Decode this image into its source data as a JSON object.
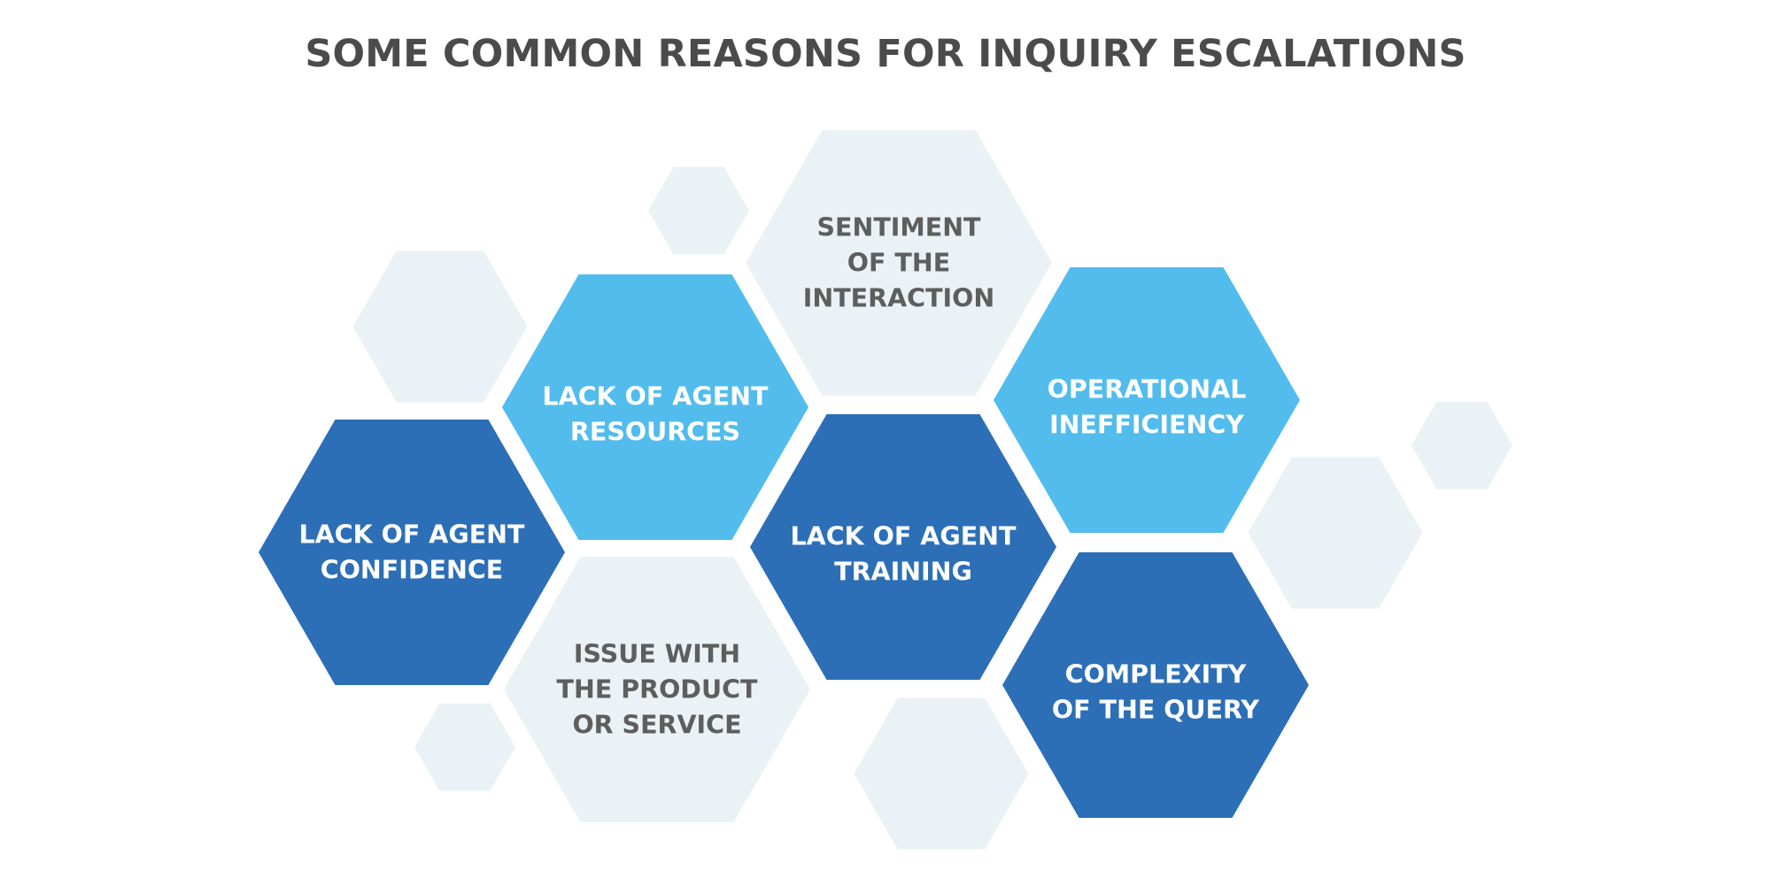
{
  "title": "SOME COMMON REASONS FOR INQUIRY ESCALATIONS",
  "colors": {
    "dark_blue": "#2c6fb7",
    "light_blue": "#52bcec",
    "pale": "#eaf2f6",
    "title_text": "#4b4b4b",
    "gray_text": "#5e5e5e",
    "white_text": "#ffffff"
  },
  "reasons": [
    {
      "id": "lack-of-agent-confidence",
      "style": "dark_blue",
      "lines": [
        "LACK OF AGENT",
        "CONFIDENCE"
      ]
    },
    {
      "id": "lack-of-agent-resources",
      "style": "light_blue",
      "lines": [
        "LACK OF AGENT",
        "RESOURCES"
      ]
    },
    {
      "id": "sentiment-of-the-interaction",
      "style": "pale",
      "lines": [
        "SENTIMENT",
        "OF THE",
        "INTERACTION"
      ]
    },
    {
      "id": "operational-inefficiency",
      "style": "light_blue",
      "lines": [
        "OPERATIONAL",
        "INEFFICIENCY"
      ]
    },
    {
      "id": "lack-of-agent-training",
      "style": "dark_blue",
      "lines": [
        "LACK OF AGENT",
        "TRAINING"
      ]
    },
    {
      "id": "issue-with-the-product-or-service",
      "style": "pale",
      "lines": [
        "ISSUE WITH",
        "THE PRODUCT",
        "OR SERVICE"
      ]
    },
    {
      "id": "complexity-of-the-query",
      "style": "dark_blue",
      "lines": [
        "COMPLEXITY",
        "OF THE QUERY"
      ]
    }
  ],
  "decorative_hexagon_count": 6
}
